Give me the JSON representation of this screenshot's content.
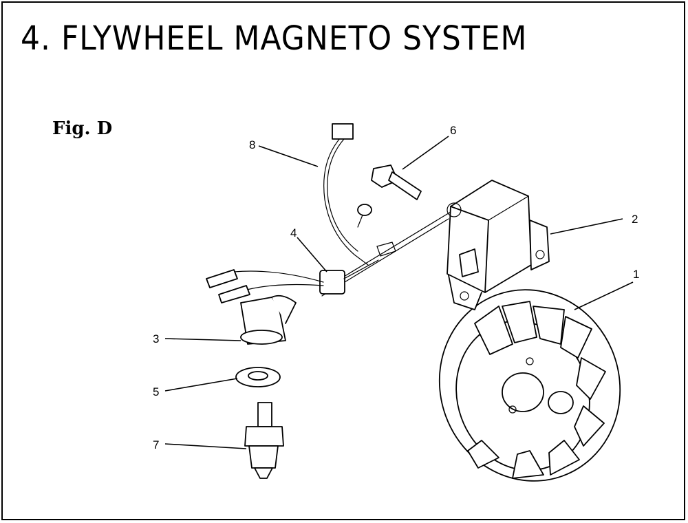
{
  "header": {
    "title": "4.  FLYWHEEL MAGNETO SYSTEM"
  },
  "figure": {
    "label": "Fig. D"
  },
  "callouts": [
    "1",
    "2",
    "3",
    "4",
    "5",
    "6",
    "7",
    "8"
  ]
}
